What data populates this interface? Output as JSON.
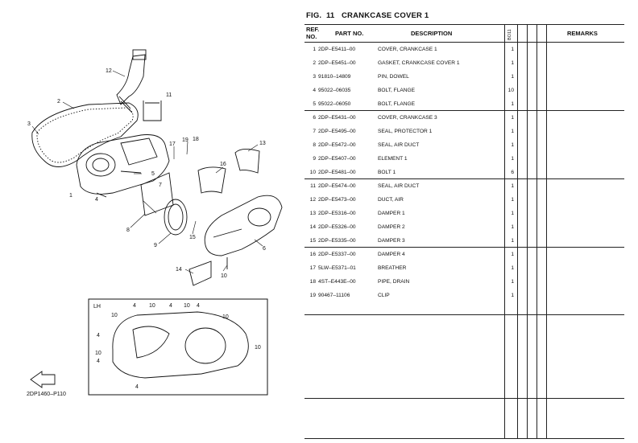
{
  "figure": {
    "prefix": "FIG.",
    "number": "11",
    "title": "CRANKCASE COVER 1"
  },
  "table": {
    "headers": {
      "ref": "REF.\nNO.",
      "part": "PART NO.",
      "desc": "DESCRIPTION",
      "qty": "BO11",
      "remarks": "REMARKS"
    },
    "rows": [
      {
        "ref": "1",
        "part": "2DP–E5411–00",
        "desc": "COVER, CRANKCASE 1",
        "qty": "1"
      },
      {
        "ref": "2",
        "part": "2DP–E5451–00",
        "desc": "GASKET, CRANKCASE COVER 1",
        "qty": "1"
      },
      {
        "ref": "3",
        "part": "91810–14809",
        "desc": "PIN, DOWEL",
        "qty": "1"
      },
      {
        "ref": "4",
        "part": "95022–06035",
        "desc": "BOLT, FLANGE",
        "qty": "10"
      },
      {
        "ref": "5",
        "part": "95022–06050",
        "desc": "BOLT, FLANGE",
        "qty": "1"
      },
      {
        "ref": "6",
        "part": "2DP–E5431–00",
        "desc": "COVER, CRANKCASE 3",
        "qty": "1"
      },
      {
        "ref": "7",
        "part": "2DP–E5495–00",
        "desc": "SEAL, PROTECTOR 1",
        "qty": "1"
      },
      {
        "ref": "8",
        "part": "2DP–E5472–00",
        "desc": "SEAL, AIR DUCT",
        "qty": "1"
      },
      {
        "ref": "9",
        "part": "2DP–E5407–00",
        "desc": "ELEMENT 1",
        "qty": "1"
      },
      {
        "ref": "10",
        "part": "2DP–E5481–00",
        "desc": "BOLT 1",
        "qty": "6"
      },
      {
        "ref": "11",
        "part": "2DP–E5474–00",
        "desc": "SEAL, AIR DUCT",
        "qty": "1"
      },
      {
        "ref": "12",
        "part": "2DP–E5473–00",
        "desc": "DUCT, AIR",
        "qty": "1"
      },
      {
        "ref": "13",
        "part": "2DP–E5316–00",
        "desc": "DAMPER 1",
        "qty": "1"
      },
      {
        "ref": "14",
        "part": "2DP–E5326–00",
        "desc": "DAMPER 2",
        "qty": "1"
      },
      {
        "ref": "15",
        "part": "2DP–E5335–00",
        "desc": "DAMPER 3",
        "qty": "1"
      },
      {
        "ref": "16",
        "part": "2DP–E5337–00",
        "desc": "DAMPER 4",
        "qty": "1"
      },
      {
        "ref": "17",
        "part": "5LW–E5371–01",
        "desc": "BREATHER",
        "qty": "1"
      },
      {
        "ref": "18",
        "part": "4ST–E443E–00",
        "desc": "PIPE, DRAIN",
        "qty": "1"
      },
      {
        "ref": "19",
        "part": "90467–11106",
        "desc": "CLIP",
        "qty": "1"
      }
    ]
  },
  "diagram": {
    "callouts_main": [
      "12",
      "2",
      "11",
      "3",
      "17",
      "19",
      "18",
      "13",
      "16",
      "5",
      "7",
      "1",
      "4",
      "8",
      "9",
      "15",
      "6",
      "14",
      "10"
    ],
    "inset_label": "LH",
    "inset_callouts": [
      "10",
      "4",
      "10",
      "10",
      "4",
      "4",
      "10",
      "4",
      "10",
      "4",
      "4",
      "10"
    ],
    "fwd_label": "FWD",
    "drawing_code": "2DP1460–P110"
  }
}
